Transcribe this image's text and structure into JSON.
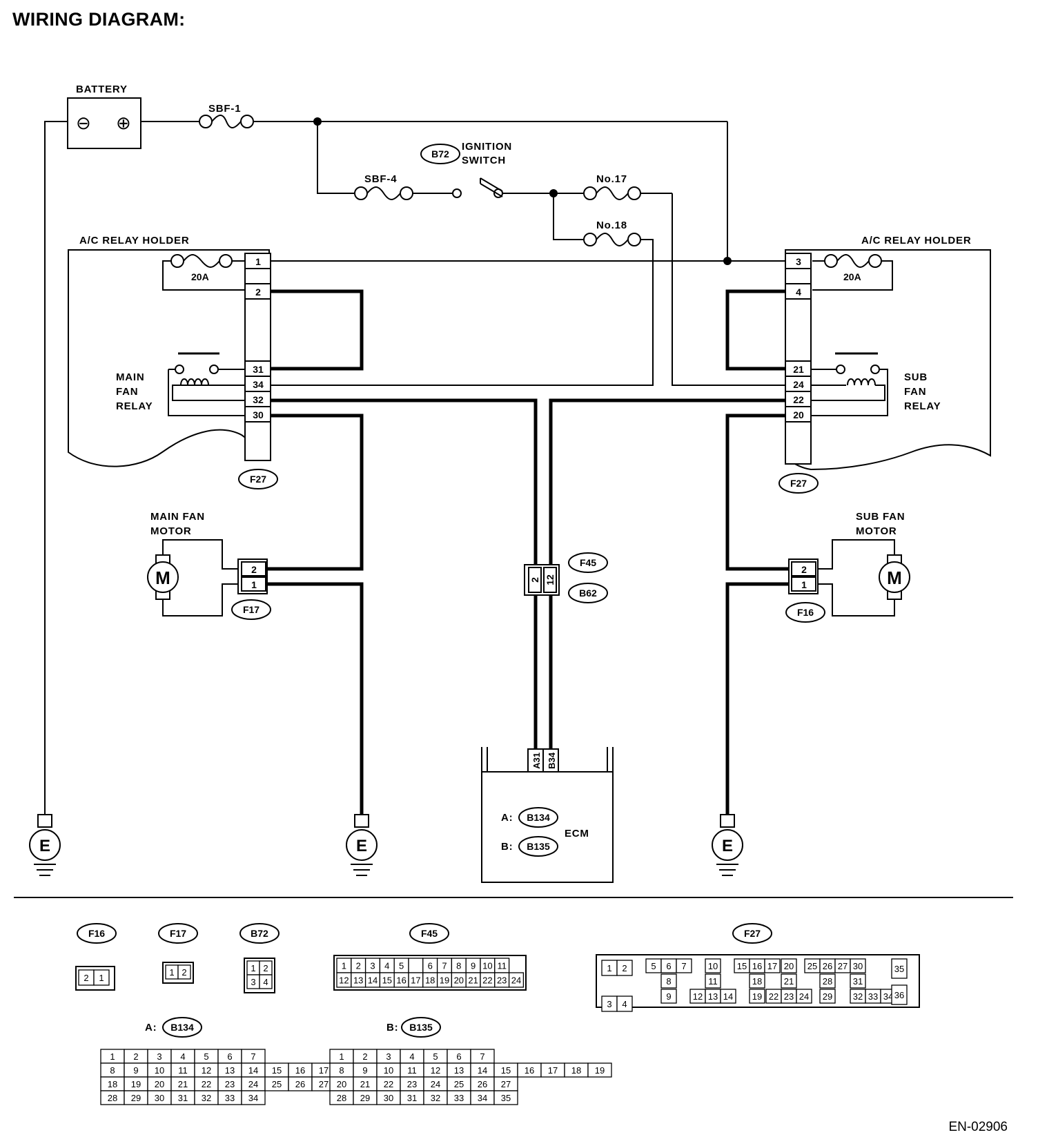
{
  "title": "WIRING DIAGRAM:",
  "doc_code": "EN-02906",
  "labels": {
    "battery": "BATTERY",
    "battery_neg": "⊖",
    "battery_pos": "⊕",
    "sbf1": "SBF-1",
    "sbf4": "SBF-4",
    "ignition_1": "IGNITION",
    "ignition_2": "SWITCH",
    "no17": "No.17",
    "no18": "No.18",
    "relay_holder_left": "A/C RELAY HOLDER",
    "relay_holder_right": "A/C RELAY HOLDER",
    "fuse_20a": "20A",
    "main_1": "MAIN",
    "main_2": "FAN",
    "main_3": "RELAY",
    "sub_1": "SUB",
    "sub_2": "FAN",
    "sub_3": "RELAY",
    "main_motor_1": "MAIN FAN",
    "main_motor_2": "MOTOR",
    "sub_motor_1": "SUB FAN",
    "sub_motor_2": "MOTOR",
    "motor": "M",
    "ground": "E",
    "ecm": "ECM",
    "ecm_a": "A:",
    "ecm_b": "B:",
    "ecm_pin_a": "A31",
    "ecm_pin_b": "B34"
  },
  "connector_ids": {
    "b72": "B72",
    "f27": "F27",
    "f17": "F17",
    "f16": "F16",
    "f45": "F45",
    "b62": "B62",
    "b134": "B134",
    "b135": "B135"
  },
  "pins": {
    "left": [
      "1",
      "2",
      "31",
      "34",
      "32",
      "30"
    ],
    "right": [
      "3",
      "4",
      "21",
      "24",
      "22",
      "20"
    ],
    "main_motor": [
      "2",
      "1"
    ],
    "sub_motor": [
      "2",
      "1"
    ],
    "f45_b62": [
      "2",
      "12"
    ]
  },
  "connector_views": {
    "f16": {
      "id": "F16",
      "rows": [
        [
          "2",
          "1"
        ]
      ]
    },
    "f17": {
      "id": "F17",
      "rows": [
        [
          "1",
          "2"
        ]
      ]
    },
    "b72": {
      "id": "B72",
      "rows": [
        [
          "1",
          "2"
        ],
        [
          "3",
          "4"
        ]
      ]
    },
    "f45": {
      "id": "F45",
      "rows": [
        [
          "1",
          "2",
          "3",
          "4",
          "5",
          "",
          "6",
          "7",
          "8",
          "9",
          "10",
          "11"
        ],
        [
          "12",
          "13",
          "14",
          "15",
          "16",
          "17",
          "18",
          "19",
          "20",
          "21",
          "22",
          "23",
          "24"
        ]
      ]
    },
    "f27": {
      "id": "F27",
      "groups": [
        [
          "1",
          "2",
          "3",
          "4"
        ],
        [
          "5",
          "6",
          "7",
          "8",
          "9"
        ],
        [
          "10",
          "11",
          "12",
          "13",
          "14"
        ],
        [
          "15",
          "16",
          "17",
          "18",
          "19"
        ],
        [
          "20",
          "21",
          "22",
          "23",
          "24"
        ],
        [
          "25",
          "26",
          "27",
          "28",
          "29"
        ],
        [
          "30",
          "31",
          "32",
          "33",
          "34"
        ],
        [
          "35",
          "36"
        ]
      ]
    },
    "b134": {
      "prefix": "A:",
      "id": "B134",
      "rows": [
        [
          "1",
          "2",
          "3",
          "4",
          "5",
          "6",
          "7"
        ],
        [
          "8",
          "9",
          "10",
          "11",
          "12",
          "13",
          "14",
          "15",
          "16",
          "17"
        ],
        [
          "18",
          "19",
          "20",
          "21",
          "22",
          "23",
          "24",
          "25",
          "26",
          "27"
        ],
        [
          "28",
          "29",
          "30",
          "31",
          "32",
          "33",
          "34"
        ]
      ]
    },
    "b135": {
      "prefix": "B:",
      "id": "B135",
      "rows": [
        [
          "1",
          "2",
          "3",
          "4",
          "5",
          "6",
          "7"
        ],
        [
          "8",
          "9",
          "10",
          "11",
          "12",
          "13",
          "14",
          "15",
          "16",
          "17",
          "18",
          "19"
        ],
        [
          "20",
          "21",
          "22",
          "23",
          "24",
          "25",
          "26",
          "27"
        ],
        [
          "28",
          "29",
          "30",
          "31",
          "32",
          "33",
          "34",
          "35"
        ]
      ]
    }
  }
}
